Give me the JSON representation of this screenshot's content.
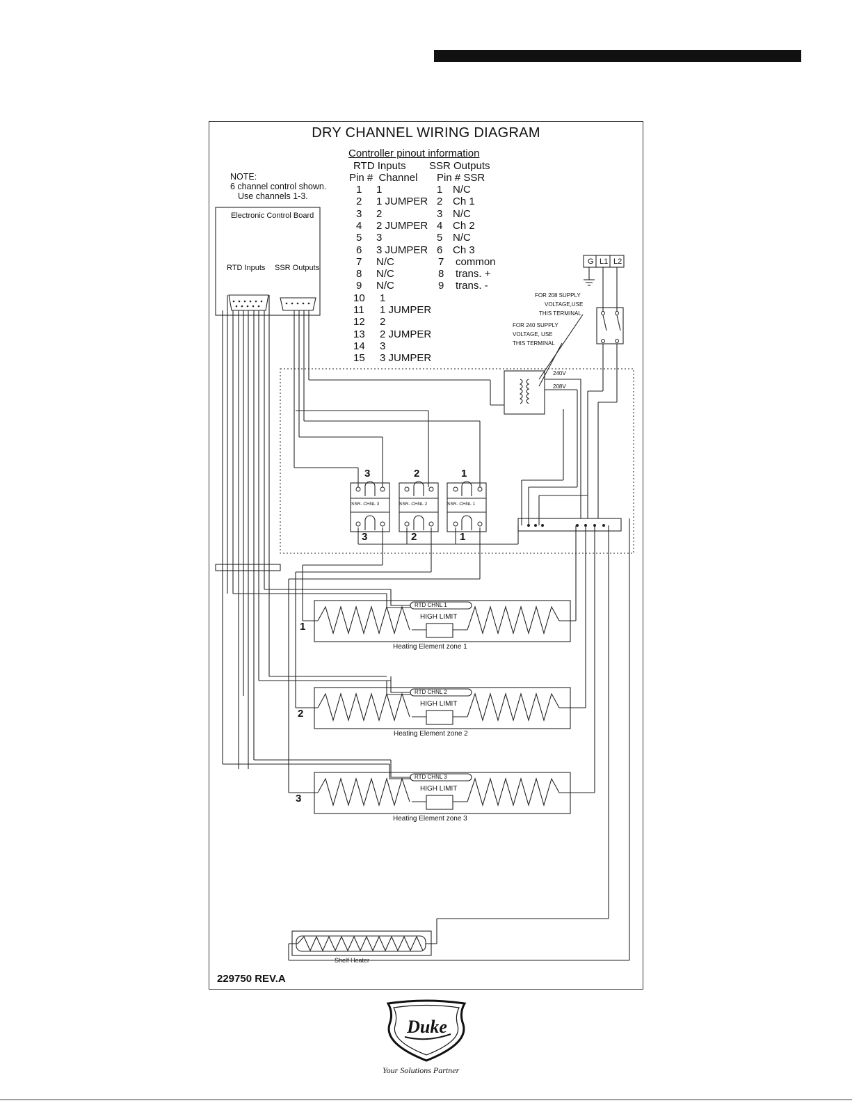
{
  "title": "DRY CHANNEL WIRING DIAGRAM",
  "pinout": {
    "title": "Controller pinout information",
    "rtd_header": "RTD Inputs",
    "ssr_header": "SSR Outputs",
    "rtd_col_header": "Pin #  Channel",
    "ssr_col_header": "Pin # SSR",
    "rtd_rows": [
      {
        "pin": "1",
        "channel": "1"
      },
      {
        "pin": "2",
        "channel": "1 JUMPER"
      },
      {
        "pin": "3",
        "channel": "2"
      },
      {
        "pin": "4",
        "channel": "2 JUMPER"
      },
      {
        "pin": "5",
        "channel": "3"
      },
      {
        "pin": "6",
        "channel": "3 JUMPER"
      },
      {
        "pin": "7",
        "channel": "N/C"
      },
      {
        "pin": "8",
        "channel": "N/C"
      },
      {
        "pin": "9",
        "channel": "N/C"
      },
      {
        "pin": "10",
        "channel": "1"
      },
      {
        "pin": "11",
        "channel": "1 JUMPER"
      },
      {
        "pin": "12",
        "channel": "2"
      },
      {
        "pin": "13",
        "channel": "2 JUMPER"
      },
      {
        "pin": "14",
        "channel": "3"
      },
      {
        "pin": "15",
        "channel": "3 JUMPER"
      }
    ],
    "ssr_rows": [
      {
        "pin": "1",
        "ssr": "N/C"
      },
      {
        "pin": "2",
        "ssr": "Ch 1"
      },
      {
        "pin": "3",
        "ssr": "N/C"
      },
      {
        "pin": "4",
        "ssr": "Ch 2"
      },
      {
        "pin": "5",
        "ssr": "N/C"
      },
      {
        "pin": "6",
        "ssr": "Ch 3"
      },
      {
        "pin": "7",
        "ssr": "common"
      },
      {
        "pin": "8",
        "ssr": "trans. +"
      },
      {
        "pin": "9",
        "ssr": "trans. -"
      }
    ]
  },
  "note": {
    "line1": "NOTE:",
    "line2": "6 channel control shown.",
    "line3": "Use channels 1-3."
  },
  "control_board": {
    "label": "Electronic Control Board",
    "rtd_label": "RTD Inputs",
    "ssr_label": "SSR Outputs"
  },
  "supply": {
    "terminals": [
      "G",
      "L1",
      "L2"
    ],
    "note_208": [
      "FOR 208 SUPPLY",
      "VOLTAGE,USE",
      "THIS TERMINAL"
    ],
    "note_240": [
      "FOR 240 SUPPLY",
      "VOLTAGE, USE",
      "THIS TERMINAL"
    ],
    "tap_240": "240V",
    "tap_208": "208V"
  },
  "ssrs": [
    {
      "number": "3",
      "label": "SSR- CHNL 3"
    },
    {
      "number": "2",
      "label": "SSR- CHNL 2"
    },
    {
      "number": "1",
      "label": "SSR- CHNL 1"
    }
  ],
  "zones": [
    {
      "number": "1",
      "rtd": "RTD CHNL 1",
      "limit": "HIGH LIMIT",
      "caption": "Heating Element zone 1"
    },
    {
      "number": "2",
      "rtd": "RTD CHNL 2",
      "limit": "HIGH LIMIT",
      "caption": "Heating Element zone 2"
    },
    {
      "number": "3",
      "rtd": "RTD CHNL 3",
      "limit": "HIGH LIMIT",
      "caption": "Heating Element zone 3"
    }
  ],
  "shelf_heater": "Shelf Heater",
  "part_number": "229750 REV.A",
  "brand": {
    "logo_text": "Duke",
    "tagline": "Your Solutions Partner"
  }
}
